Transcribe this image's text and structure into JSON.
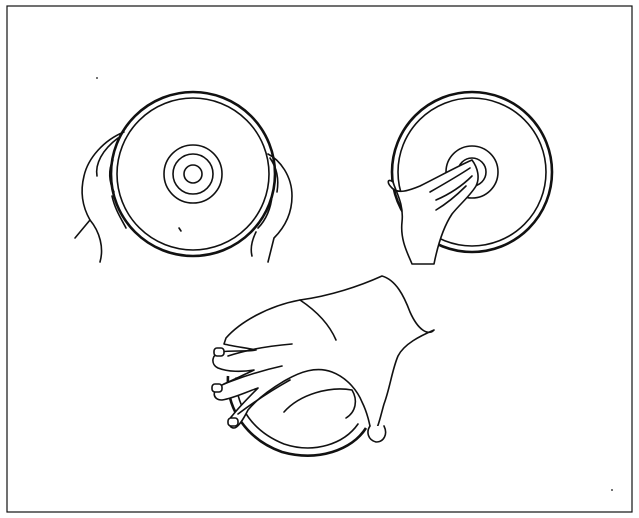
{
  "figure": {
    "panels": [
      {
        "id": "two-hand-edge-grip"
      },
      {
        "id": "center-hole-grip"
      },
      {
        "id": "single-hand-underside-grip"
      }
    ]
  },
  "colors": {
    "ink": "#111111",
    "background": "#ffffff"
  },
  "icons": [
    "compact-disc",
    "hand"
  ]
}
